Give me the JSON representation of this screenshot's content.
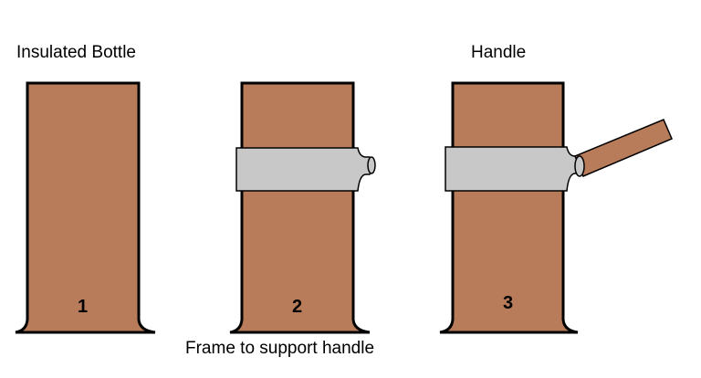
{
  "labels": {
    "bottle": "Insulated Bottle",
    "handle": "Handle",
    "frame": "Frame to support handle"
  },
  "steps": [
    "1",
    "2",
    "3"
  ],
  "colors": {
    "bottle_fill": "#b97c5b",
    "frame_fill": "#c8c8c8",
    "handle_fill": "#b97c5b",
    "outline": "#000000",
    "background": "#ffffff"
  }
}
